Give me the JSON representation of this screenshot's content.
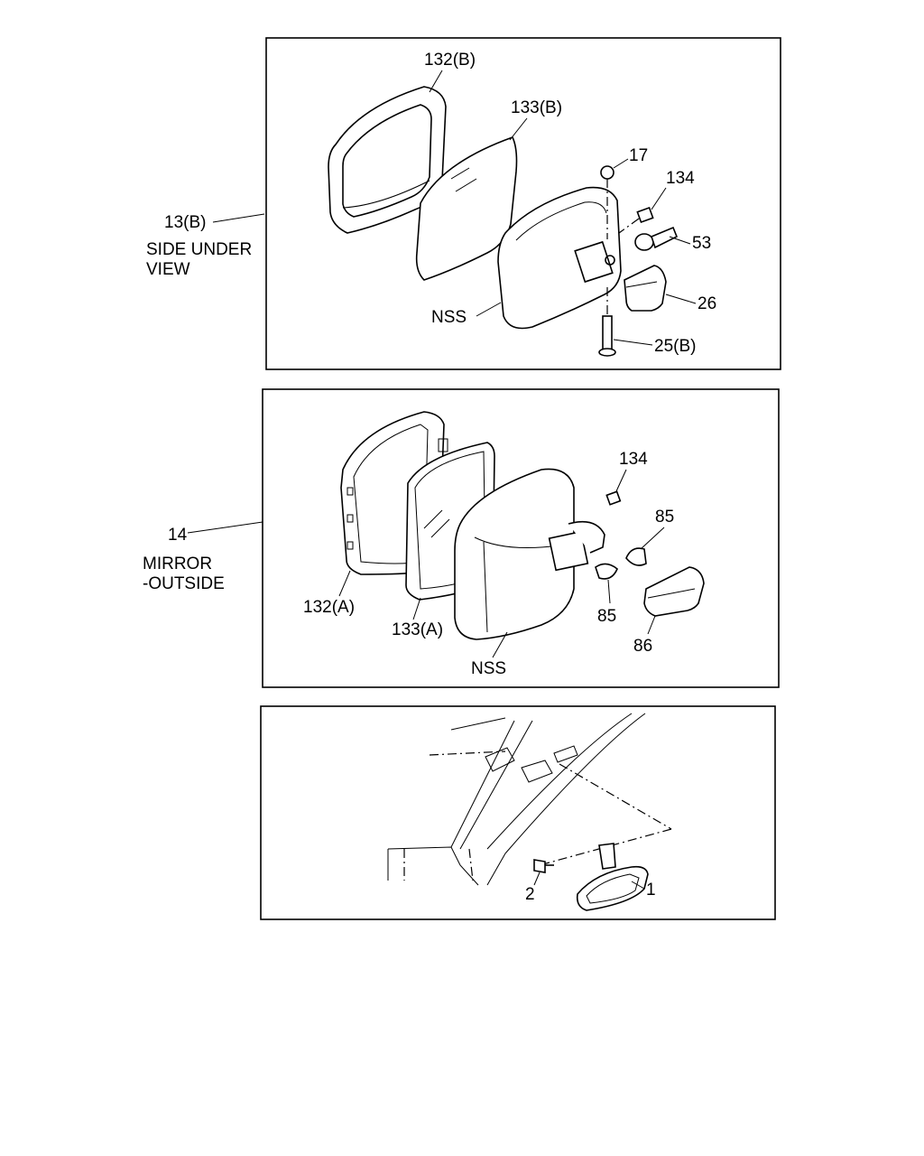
{
  "panels": {
    "top": {
      "assembly_id": "13(B)",
      "assembly_desc_line1": "SIDE UNDER",
      "assembly_desc_line2": "VIEW",
      "parts": {
        "frame": "132(B)",
        "glass": "133(B)",
        "nut": "17",
        "screw": "134",
        "plug": "53",
        "cover": "26",
        "bolt": "25(B)",
        "body": "NSS"
      }
    },
    "middle": {
      "assembly_id": "14",
      "assembly_desc_line1": "MIRROR",
      "assembly_desc_line2": "-OUTSIDE",
      "parts": {
        "screw": "134",
        "clip_upper": "85",
        "clip_lower": "85",
        "cover": "86",
        "frame": "132(A)",
        "glass": "133(A)",
        "body": "NSS"
      }
    },
    "bottom": {
      "parts": {
        "mirror": "1",
        "screw": "2"
      }
    }
  }
}
